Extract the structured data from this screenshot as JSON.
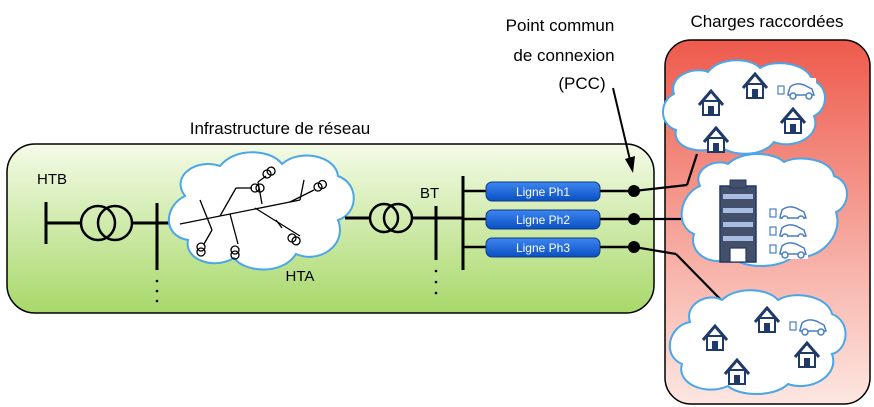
{
  "labels": {
    "infrastructure": "Infrastructure de réseau",
    "htb": "HTB",
    "hta": "HTA",
    "bt": "BT",
    "pcc_line1": "Point commun",
    "pcc_line2": "de connexion",
    "pcc_line3": "(PCC)",
    "charges": "Charges raccordées"
  },
  "lines": [
    {
      "label": "Ligne Ph1"
    },
    {
      "label": "Ligne Ph2"
    },
    {
      "label": "Ligne Ph3"
    }
  ],
  "colors": {
    "network_panel_top": "#f4fbe7",
    "network_panel_bottom": "#a8d86a",
    "load_panel_top": "#ee5a4c",
    "load_panel_bottom": "#fde7e1",
    "line_box": "#0b5fe0",
    "cloud_outline": "#4aa6e8",
    "house": "#1f3a68"
  }
}
